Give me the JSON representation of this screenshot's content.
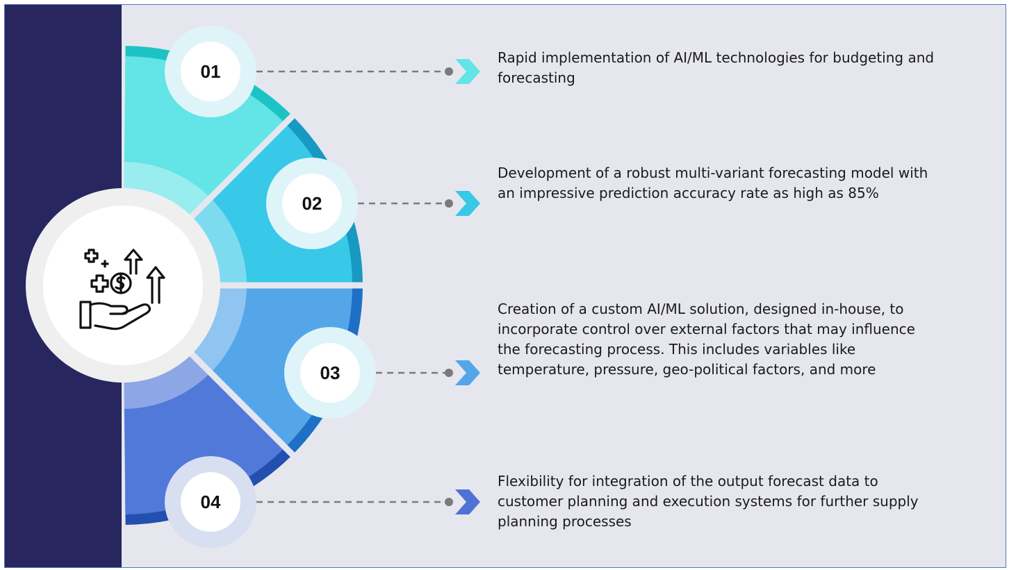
{
  "items": [
    {
      "number": "01",
      "text": "Rapid implementation of AI/ML technologies for budgeting and forecasting",
      "color": "#63e4e6",
      "ring_color": "#1cc3c4",
      "arrow_color": "#63e4e6"
    },
    {
      "number": "02",
      "text": "Development of a robust multi-variant forecasting model with an impressive prediction accuracy rate as high as 85%",
      "color": "#38c8e8",
      "ring_color": "#1799c2",
      "arrow_color": "#38c8e8"
    },
    {
      "number": "03",
      "text": "Creation of a custom AI/ML solution, designed in-house, to incorporate control over external factors that may influence the forecasting process. This includes variables like temperature, pressure, geo-political factors, and more",
      "color": "#54a6e8",
      "ring_color": "#1e6fc6",
      "arrow_color": "#54a6e8"
    },
    {
      "number": "04",
      "text": "Flexibility for integration of the output forecast data to customer planning and execution systems for further supply planning processes",
      "color": "#5179d9",
      "ring_color": "#234fae",
      "arrow_color": "#4f72d6"
    }
  ],
  "center_icon": "hand-money-growth-icon",
  "colors": {
    "sidebar": "#28265e",
    "background": "#e6e7ee",
    "connector": "#7a7a7a"
  }
}
